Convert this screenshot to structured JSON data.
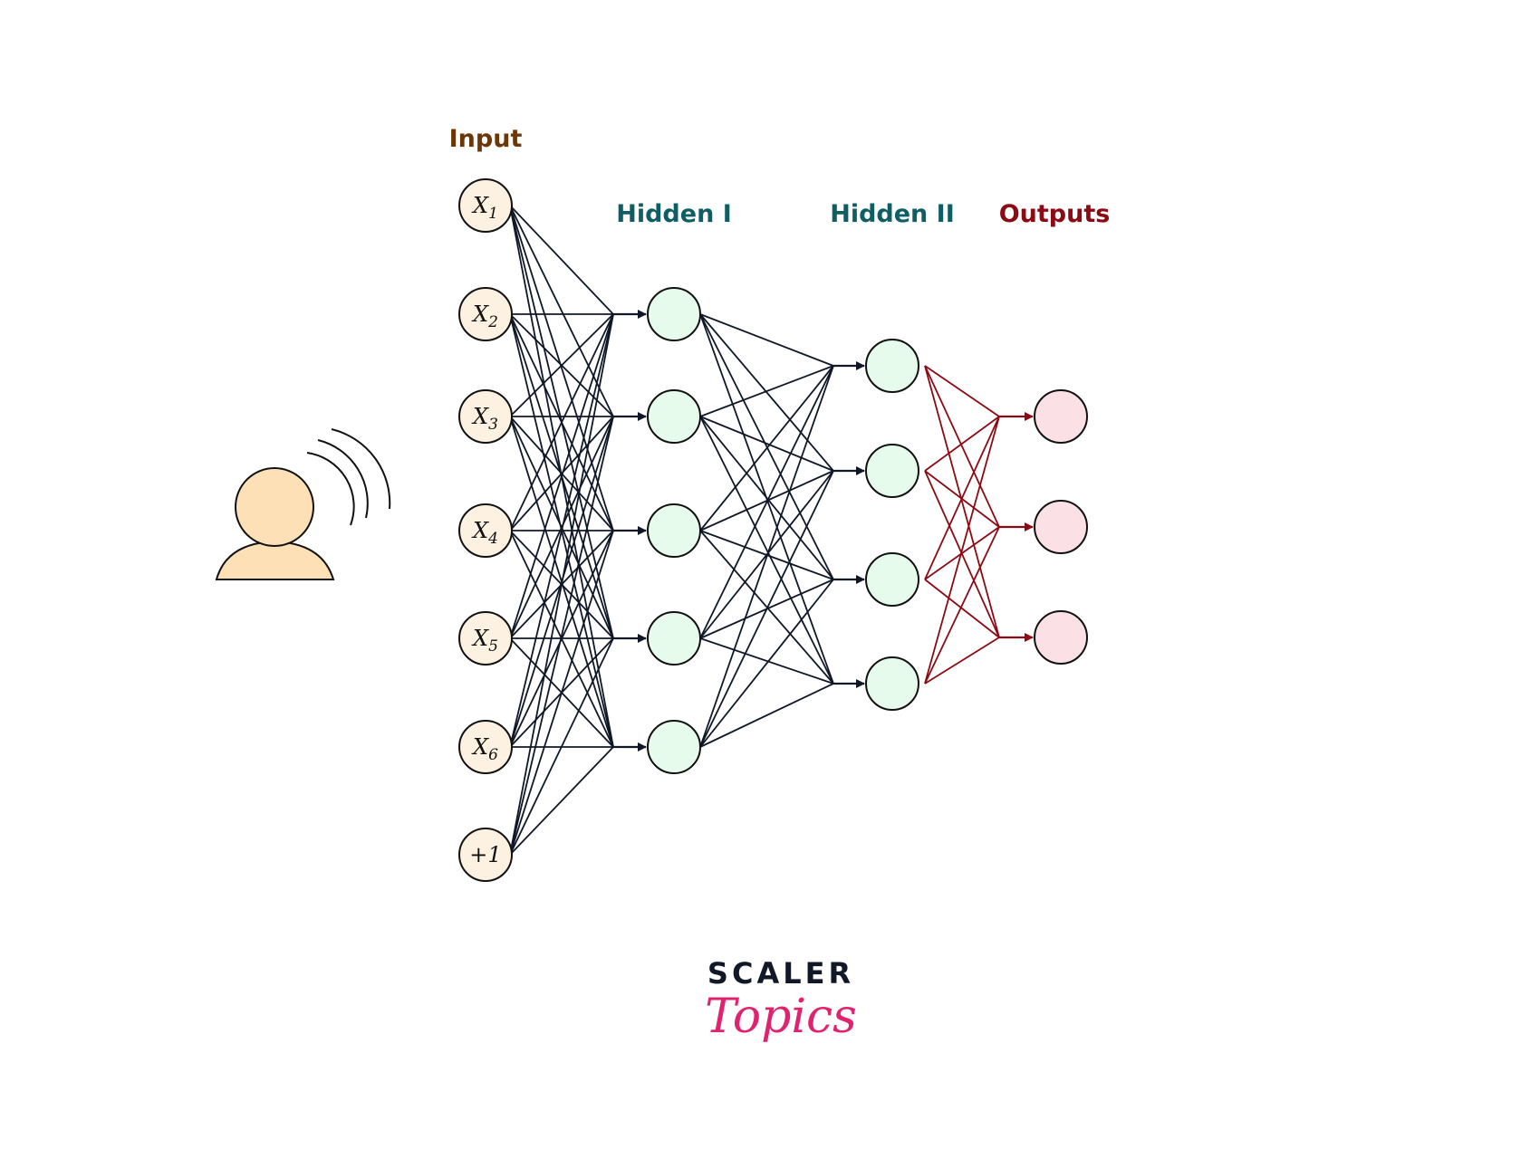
{
  "labels": {
    "input": "Input",
    "hidden1": "Hidden I",
    "hidden2": "Hidden II",
    "outputs": "Outputs"
  },
  "input_nodes": [
    "X1",
    "X2",
    "X3",
    "X4",
    "X5",
    "X6",
    "+1"
  ],
  "layer_sizes": {
    "input": 7,
    "hidden1": 5,
    "hidden2": 4,
    "outputs": 3
  },
  "logo": {
    "line1": "SCALER",
    "line2": "Topics"
  },
  "colors": {
    "input_label": "#6b3608",
    "hidden_label": "#0e5e63",
    "output_label": "#8b0a14",
    "input_fill": "#fdf1e1",
    "hidden_fill": "#e6fbeb",
    "output_fill": "#fbe1e6",
    "dark_edge": "#101828",
    "red_edge": "#8b0a14",
    "person_fill": "#fde0b6",
    "logo_dark": "#111827",
    "logo_pink": "#e0236f"
  }
}
